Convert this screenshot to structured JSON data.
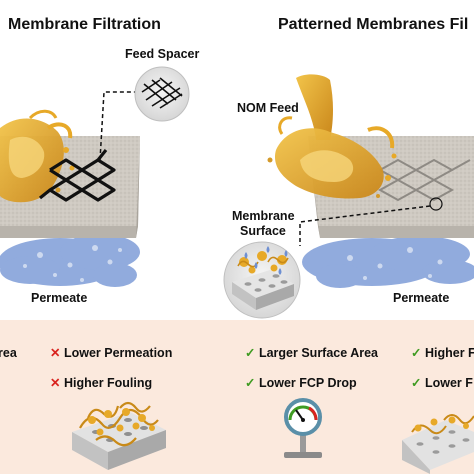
{
  "colors": {
    "membrane": "#cfcac2",
    "membrane_edge": "#b8b3ab",
    "nom": "#e7a928",
    "foulant": "#d49a2a",
    "permeate": "#6d8fd2",
    "cross": "#d9231f",
    "check": "#3f9b22",
    "band": "#fbe9dd"
  },
  "left": {
    "title": "Membrane Filtration",
    "feed_spacer_label": "Feed Spacer",
    "permeate_label": "Permeate",
    "cut_label": "rea",
    "bullets": [
      {
        "icon": "cross-icon",
        "text": "Lower Permeation"
      },
      {
        "icon": "cross-icon",
        "text": "Higher Fouling"
      }
    ]
  },
  "right": {
    "title": "Patterned Membranes Fil",
    "nom_label": "NOM Feed",
    "membrane_surface_label_1": "Membrane",
    "membrane_surface_label_2": "Surface",
    "permeate_label": "Permeate",
    "bullets": [
      {
        "icon": "check-icon",
        "text": "Larger Surface Area"
      },
      {
        "icon": "check-icon",
        "text": "Lower FCP Drop"
      }
    ],
    "bullets_cut": [
      {
        "icon": "check-icon",
        "text": "Higher F"
      },
      {
        "icon": "check-icon",
        "text": "Lower F"
      }
    ]
  }
}
